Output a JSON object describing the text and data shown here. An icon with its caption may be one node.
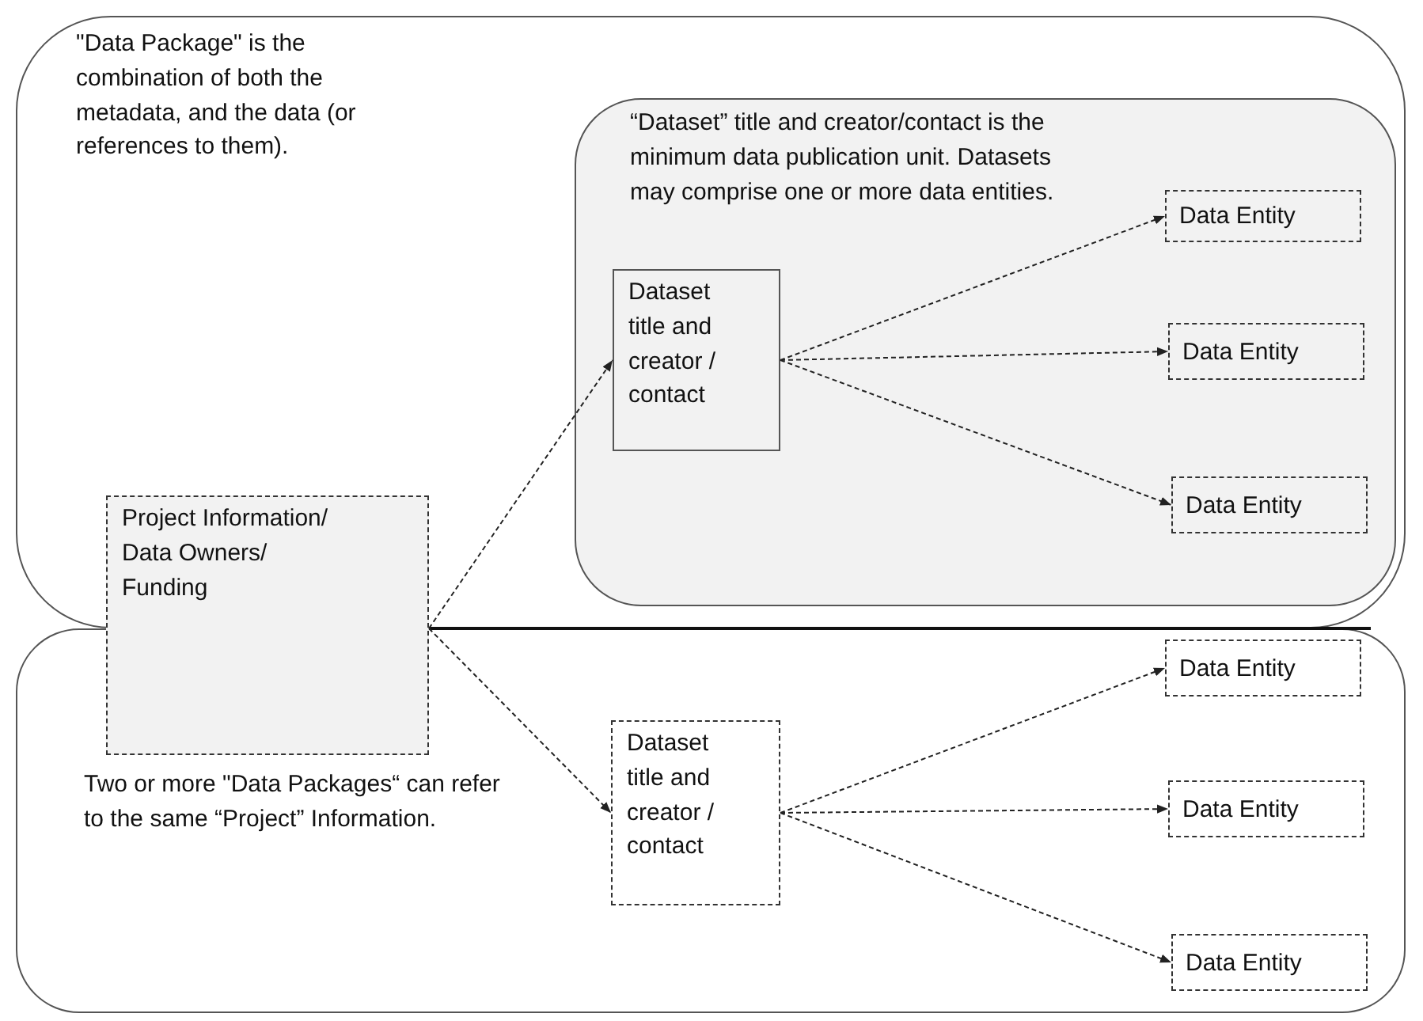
{
  "diagram": {
    "nodes": [
      {
        "text": [
          "\"Data Package\" is the combination of both the metadata, and the data (or references to them)."
        ]
      },
      {
        "text": [
          "“Dataset” title and creator/contact is the minimum data publication unit. Datasets may comprise one or more data entities."
        ],
        "in": 0
      },
      {
        "text": [
          "Dataset title and creator / contact"
        ],
        "in": 1
      },
      {
        "text": [
          "Data Entity"
        ],
        "in": 1
      },
      {
        "text": [
          "Data Entity"
        ],
        "in": 1
      },
      {
        "text": [
          "Data Entity"
        ],
        "in": 1
      },
      {
        "text": [
          "Project Information/ Data Owners/ Funding"
        ]
      },
      {
        "text": [
          "Two or more \"Data Packages“ can refer to the same “Project” Information."
        ]
      },
      {
        "text": [
          "Dataset title and creator / contact"
        ],
        "in": 7
      },
      {
        "text": [
          "Data Entity"
        ],
        "in": 7
      },
      {
        "text": [
          "Data Entity"
        ],
        "in": 7
      },
      {
        "text": [
          "Data Entity"
        ],
        "in": 7
      }
    ],
    "edges": [
      {
        "from": 6,
        "to": 2,
        "arrow": "to",
        "style": "dashed"
      },
      {
        "from": 2,
        "to": 3,
        "arrow": "to",
        "style": "dashed"
      },
      {
        "from": 2,
        "to": 4,
        "arrow": "to",
        "style": "dashed"
      },
      {
        "from": 2,
        "to": 5,
        "arrow": "to",
        "style": "dashed"
      },
      {
        "from": 6,
        "to": 8,
        "arrow": "to",
        "style": "dashed"
      },
      {
        "from": 8,
        "to": 9,
        "arrow": "to",
        "style": "dashed"
      },
      {
        "from": 8,
        "to": 10,
        "arrow": "to",
        "style": "dashed"
      },
      {
        "from": 8,
        "to": 11,
        "arrow": "to",
        "style": "dashed"
      }
    ]
  }
}
